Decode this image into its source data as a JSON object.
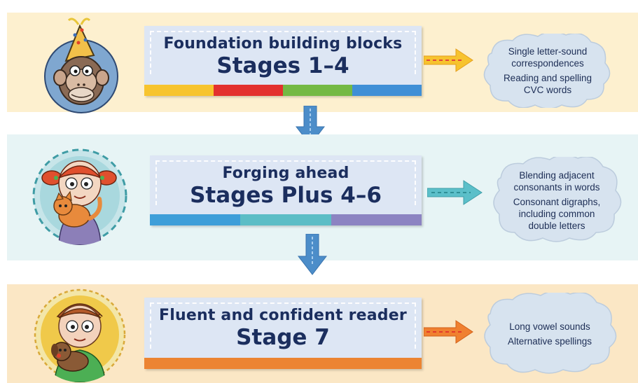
{
  "stages": [
    {
      "title": "Foundation building blocks",
      "stage": "Stages 1–4",
      "character": "monkey-avatar",
      "band_color": "#FDF0CF",
      "arrow_color": "#F7C32E",
      "stripe_colors": [
        "#F7C42E",
        "#E3312E",
        "#74B944",
        "#3F8FD6"
      ],
      "skills": [
        [
          "Single letter-sound",
          "correspondences"
        ],
        [
          "Reading and spelling",
          "CVC words"
        ]
      ]
    },
    {
      "title": "Forging ahead",
      "stage": "Stages Plus 4–6",
      "character": "girl-with-cat-avatar",
      "band_color": "#E7F4F5",
      "arrow_color": "#5BBFC9",
      "stripe_colors": [
        "#3E9ED9",
        "#5CBDC6",
        "#8C83C2"
      ],
      "skills": [
        [
          "Blending adjacent",
          "consonants in words"
        ],
        [
          "Consonant digraphs,",
          "including common",
          "double letters"
        ]
      ]
    },
    {
      "title": "Fluent and confident reader",
      "stage": "Stage 7",
      "character": "boy-with-dog-avatar",
      "band_color": "#FBE7C5",
      "arrow_color": "#F08030",
      "stripe_colors": [
        "#EC8432"
      ],
      "skills": [
        [
          "Long vowel sounds"
        ],
        [
          "Alternative spellings"
        ]
      ]
    }
  ],
  "down_arrow_color": "#4C8DC9"
}
